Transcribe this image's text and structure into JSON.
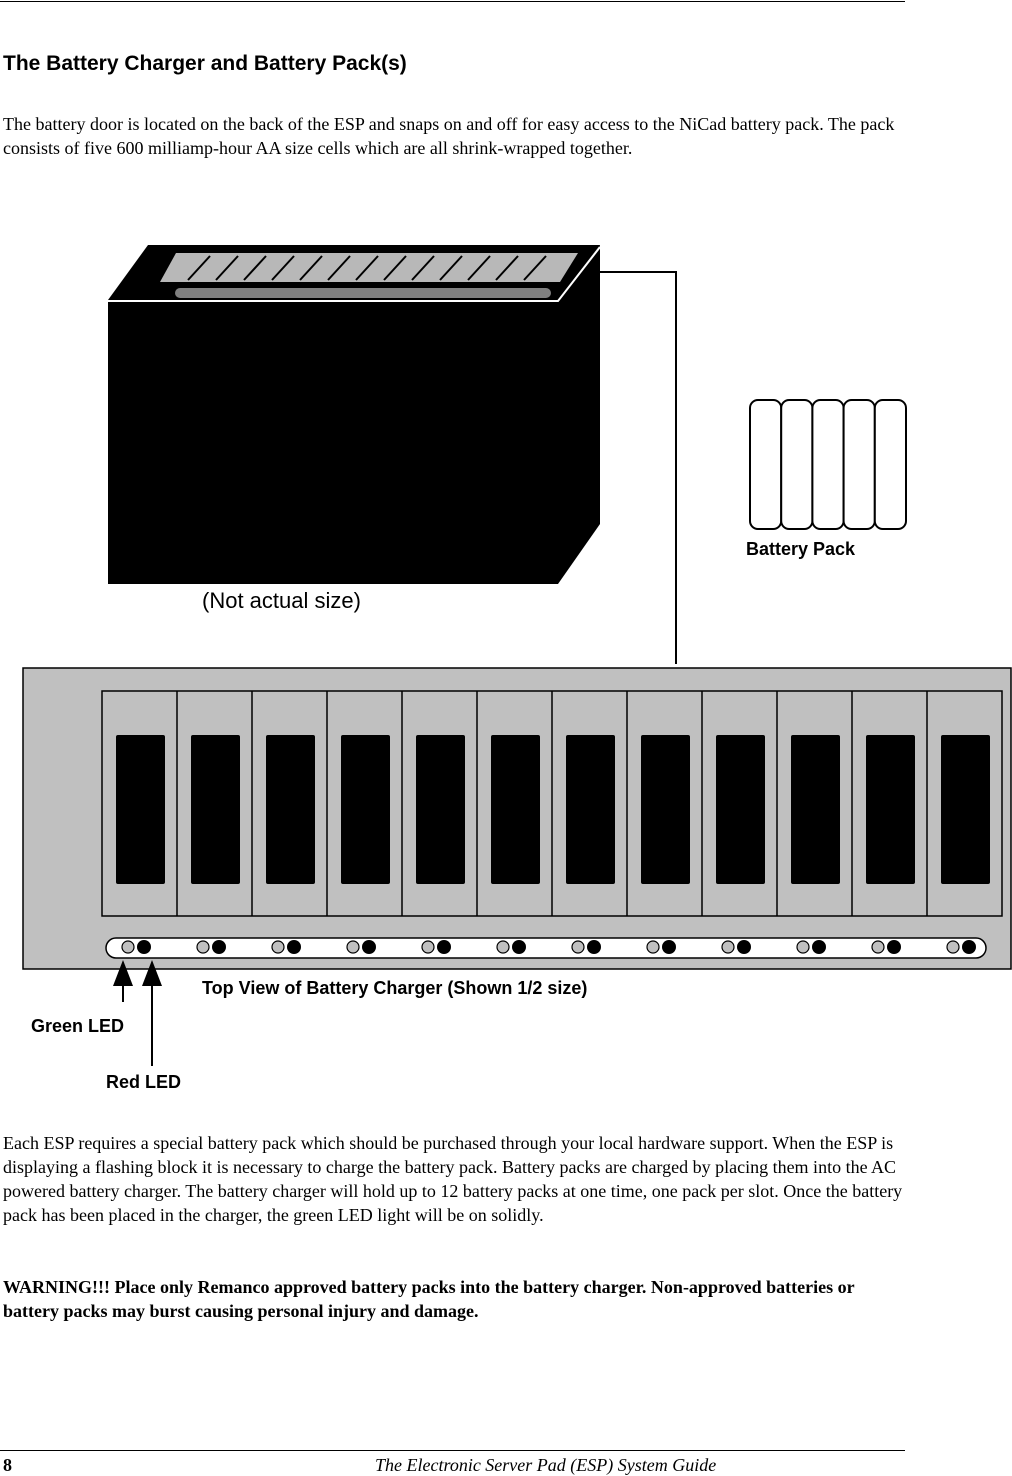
{
  "section": {
    "heading": "The Battery Charger and Battery Pack(s)",
    "intro": "The battery door is located on the back of the ESP and snaps on and off for easy access to the NiCad battery pack.  The pack consists of five 600 milliamp-hour AA size cells which are all shrink-wrapped together."
  },
  "figure": {
    "not_actual_size": "(Not actual size)",
    "battery_pack_label": "Battery Pack",
    "charger_caption": "Top View of Battery Charger (Shown 1/2 size)",
    "green_led_label": "Green LED",
    "red_led_label": "Red LED",
    "slot_count": 12,
    "cell_count": 5
  },
  "body": {
    "paragraph": "Each ESP requires a special battery pack which should be purchased through your local hardware support. When the ESP is displaying a flashing block it is necessary to charge the battery pack.  Battery packs are charged by placing them into the AC powered battery charger.  The battery charger will hold up to 12 battery packs at one time, one pack per slot. Once the battery pack has been placed in the charger, the green LED light will be on solidly.",
    "warning": "WARNING!!!  Place only Remanco approved battery packs into the battery charger.  Non-approved batteries or battery packs may burst causing personal injury and damage."
  },
  "footer": {
    "page_number": "8",
    "guide_title": "The Electronic Server Pad (ESP) System Guide"
  },
  "colors": {
    "charger_gray": "#c0c0c0",
    "block_black": "#000000",
    "vent_gray": "#b8b8b8"
  }
}
